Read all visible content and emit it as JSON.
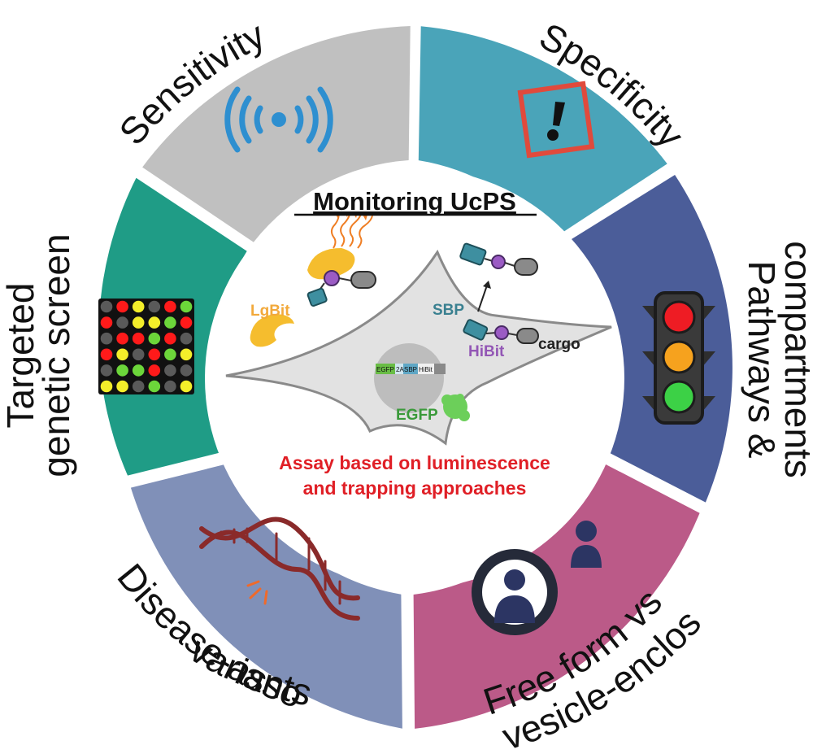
{
  "center": {
    "title": "Monitoring UcPS",
    "subtitle_line1": "Assay based on luminescence",
    "subtitle_line2": "and trapping approaches"
  },
  "molecules": {
    "lgbit": "LgBit",
    "sbp": "SBP",
    "hibit": "HiBit",
    "cargo": "cargo",
    "egfp": "EGFP"
  },
  "construct": {
    "egfp": "EGFP",
    "t2a": "2A",
    "sbp": "SBP",
    "hibit": "HiBit"
  },
  "segments": {
    "sensitivity": {
      "label": "Sensitivity",
      "color": "#c0c0c0",
      "icon": "wireless-signal-icon"
    },
    "specificity": {
      "label": "Specificity",
      "color": "#4aa4b9",
      "icon": "exclamation-warning-icon"
    },
    "pathways": {
      "label_line1": "Pathways &",
      "label_line2": "compartments",
      "color": "#4b5d99",
      "icon": "traffic-light-icon"
    },
    "freeform": {
      "label_line1": "Free form vs",
      "label_line2": "vesicle-enclosed",
      "color": "#bb5a88",
      "icon": "person-in-vesicle-icon"
    },
    "disease": {
      "label_line1": "Disease-associated",
      "label_line2": "variants",
      "color": "#8090b8",
      "icon": "dna-mutation-icon"
    },
    "genetic": {
      "label_line1": "Targeted",
      "label_line2": "genetic screen",
      "color": "#1f9c86",
      "icon": "screening-grid-icon"
    }
  },
  "colors": {
    "lgbit": "#f2a93b",
    "sbp": "#3a8090",
    "hibit": "#9357b5",
    "cargo": "#222222",
    "egfp": "#3a9a3a",
    "title": "#111111",
    "subtitle": "#e01f26"
  }
}
